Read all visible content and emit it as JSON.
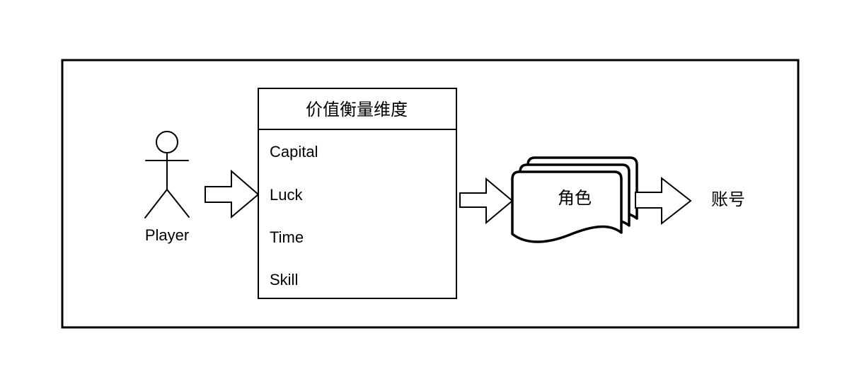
{
  "diagram": {
    "background_color": "#ffffff",
    "stroke_color": "#000000",
    "actor": {
      "label": "Player"
    },
    "dimension_box": {
      "title": "价值衡量维度",
      "items": [
        "Capital",
        "Luck",
        "Time",
        "Skill"
      ]
    },
    "documents": {
      "label": "角色"
    },
    "account": {
      "label": "账号"
    }
  }
}
